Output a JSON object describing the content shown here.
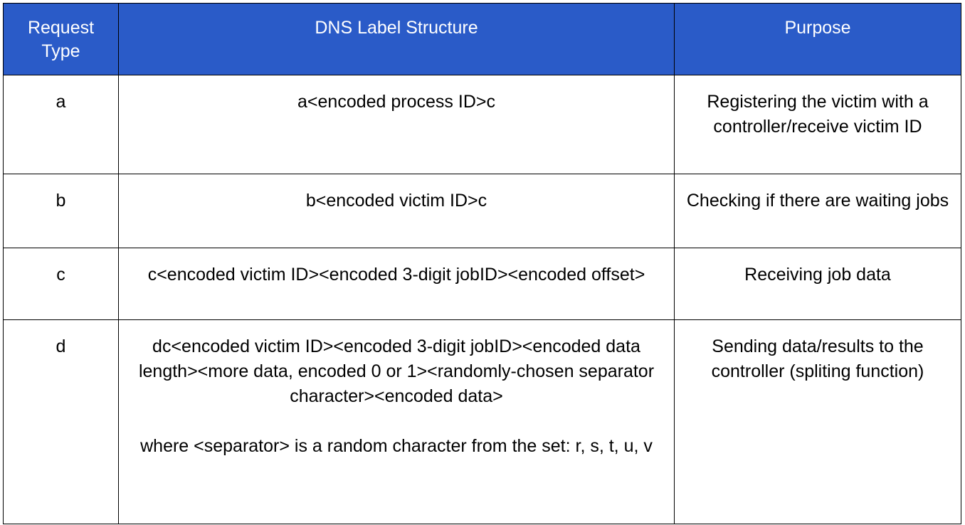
{
  "table": {
    "headers": [
      "Request Type",
      "DNS Label Structure",
      "Purpose"
    ],
    "rows": [
      {
        "type": "a",
        "structure": "a<encoded process ID>c",
        "purpose": "Registering the victim with a controller/receive victim ID"
      },
      {
        "type": "b",
        "structure": "b<encoded victim ID>c",
        "purpose": "Checking if there are waiting jobs"
      },
      {
        "type": "c",
        "structure": "c<encoded victim ID><encoded 3-digit jobID><encoded offset>",
        "purpose": "Receiving job data"
      },
      {
        "type": "d",
        "structure": "dc<encoded victim ID><encoded 3-digit jobID><encoded data length><more data, encoded 0 or 1><randomly-chosen separator character><encoded data>",
        "structure_note": "where <separator> is a random character from the set: r, s, t, u, v",
        "purpose": "Sending data/results to the controller (spliting function)"
      }
    ]
  },
  "colors": {
    "header_bg": "#2a5bc8",
    "header_text": "#ffffff",
    "border": "#000000"
  }
}
